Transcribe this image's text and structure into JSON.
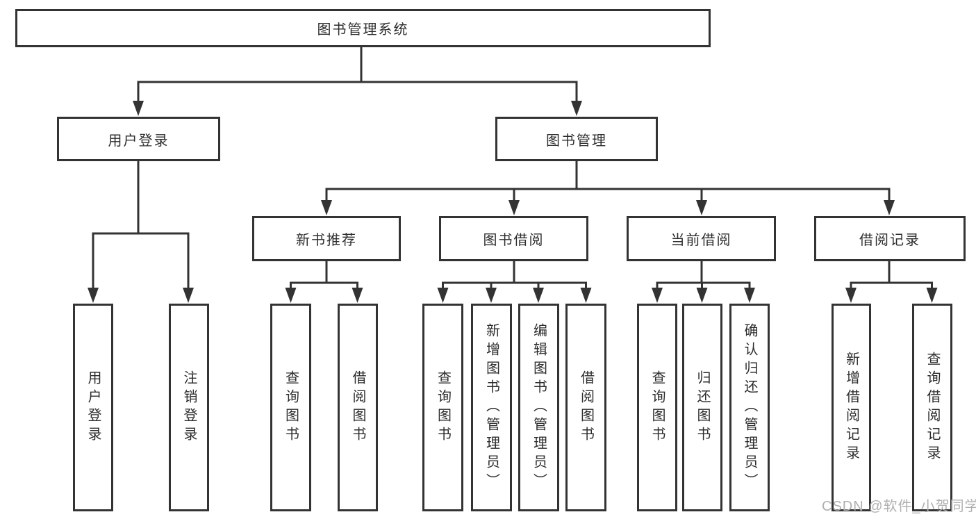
{
  "diagram_type": "hierarchy-tree",
  "tree": {
    "label": "图书管理系统",
    "children": [
      {
        "label": "用户登录",
        "children": [
          {
            "label": "用户登录"
          },
          {
            "label": "注销登录"
          }
        ]
      },
      {
        "label": "图书管理",
        "children": [
          {
            "label": "新书推荐",
            "children": [
              {
                "label": "查询图书"
              },
              {
                "label": "借阅图书"
              }
            ]
          },
          {
            "label": "图书借阅",
            "children": [
              {
                "label": "查询图书"
              },
              {
                "label": "新增图书（管理员）"
              },
              {
                "label": "编辑图书（管理员）"
              },
              {
                "label": "借阅图书"
              }
            ]
          },
          {
            "label": "当前借阅",
            "children": [
              {
                "label": "查询图书"
              },
              {
                "label": "归还图书"
              },
              {
                "label": "确认归还（管理员）"
              }
            ]
          },
          {
            "label": "借阅记录",
            "children": [
              {
                "label": "新增借阅记录"
              },
              {
                "label": "查询借阅记录"
              }
            ]
          }
        ]
      }
    ]
  },
  "watermark": {
    "text": "CSDN @软件_小贺同学"
  },
  "colors": {
    "line": "#333333",
    "box_border": "#333333",
    "box_fill": "#ffffff",
    "text": "#2d2d2d",
    "watermark": "#b0b0b0",
    "background": "#ffffff"
  }
}
